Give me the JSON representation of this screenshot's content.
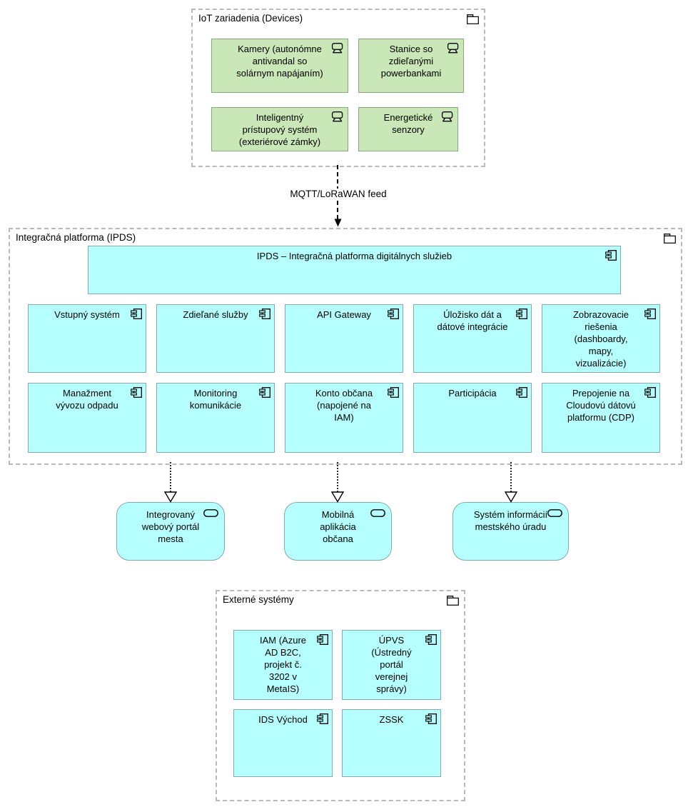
{
  "groups": {
    "iot": {
      "title": "IoT zariadenia (Devices)"
    },
    "ipds": {
      "title": "Integračná platforma (IPDS)"
    },
    "external": {
      "title": "Externé systémy"
    }
  },
  "devices": {
    "kamery": "Kamery (autonómne antivandal so solárnym napájaním)",
    "stanice": "Stanice so zdieľanými powerbankami",
    "pristupovy": "Inteligentný prístupový systém (exteriérové zámky)",
    "senzory": "Energetické senzory"
  },
  "flow": {
    "label": "MQTT/LoRaWAN feed"
  },
  "ipds": {
    "main": "IPDS – Integračná platforma digitálnych služieb",
    "components": {
      "vstupny": "Vstupný systém",
      "zdielane": "Zdieľané služby",
      "api": "API Gateway",
      "ulozisko": "Úložisko dát a dátové integrácie",
      "zobrazovacie": "Zobrazovacie riešenia (dashboardy, mapy, vizualizácie)",
      "manazment": "Manažment vývozu odpadu",
      "monitoring": "Monitoring komunikácie",
      "konto": "Konto občana (napojené na IAM)",
      "participacia": "Participácia",
      "prepojenie": "Prepojenie na Cloudovú dátovú platformu (CDP)"
    }
  },
  "services": {
    "portal": "Integrovaný webový portál mesta",
    "mobilna": "Mobilná aplikácia občana",
    "system": "Systém informácií mestského úradu"
  },
  "external_systems": {
    "iam": "IAM (Azure AD B2C, projekt č. 3202 v MetaIS)",
    "upvs": "ÚPVS (Ústredný portál verejnej správy)",
    "ids": "IDS Východ",
    "zssk": "ZSSK"
  },
  "colors": {
    "device_fill": "#c9e7b7",
    "device_border": "#8aa47e",
    "app_fill": "#b5ffff",
    "app_border": "#85a9ae",
    "group_border": "#b9b9b9",
    "connector": "#000000"
  }
}
